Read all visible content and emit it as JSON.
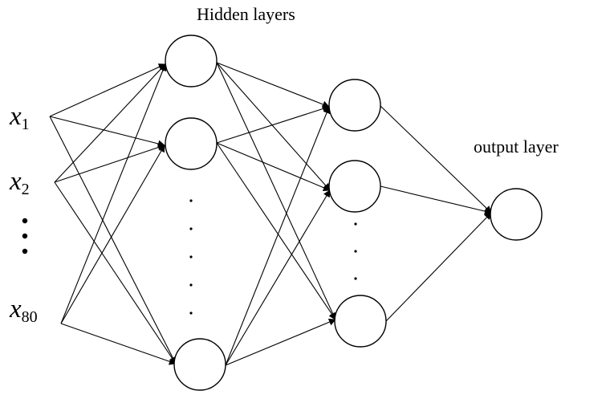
{
  "title": "Hidden layers",
  "output_label": "output layer",
  "inputs": [
    {
      "var": "x",
      "sub": "1"
    },
    {
      "var": "x",
      "sub": "2"
    },
    {
      "var": "x",
      "sub": "80"
    }
  ],
  "colors": {
    "line": "#000000",
    "background": "#ffffff"
  }
}
